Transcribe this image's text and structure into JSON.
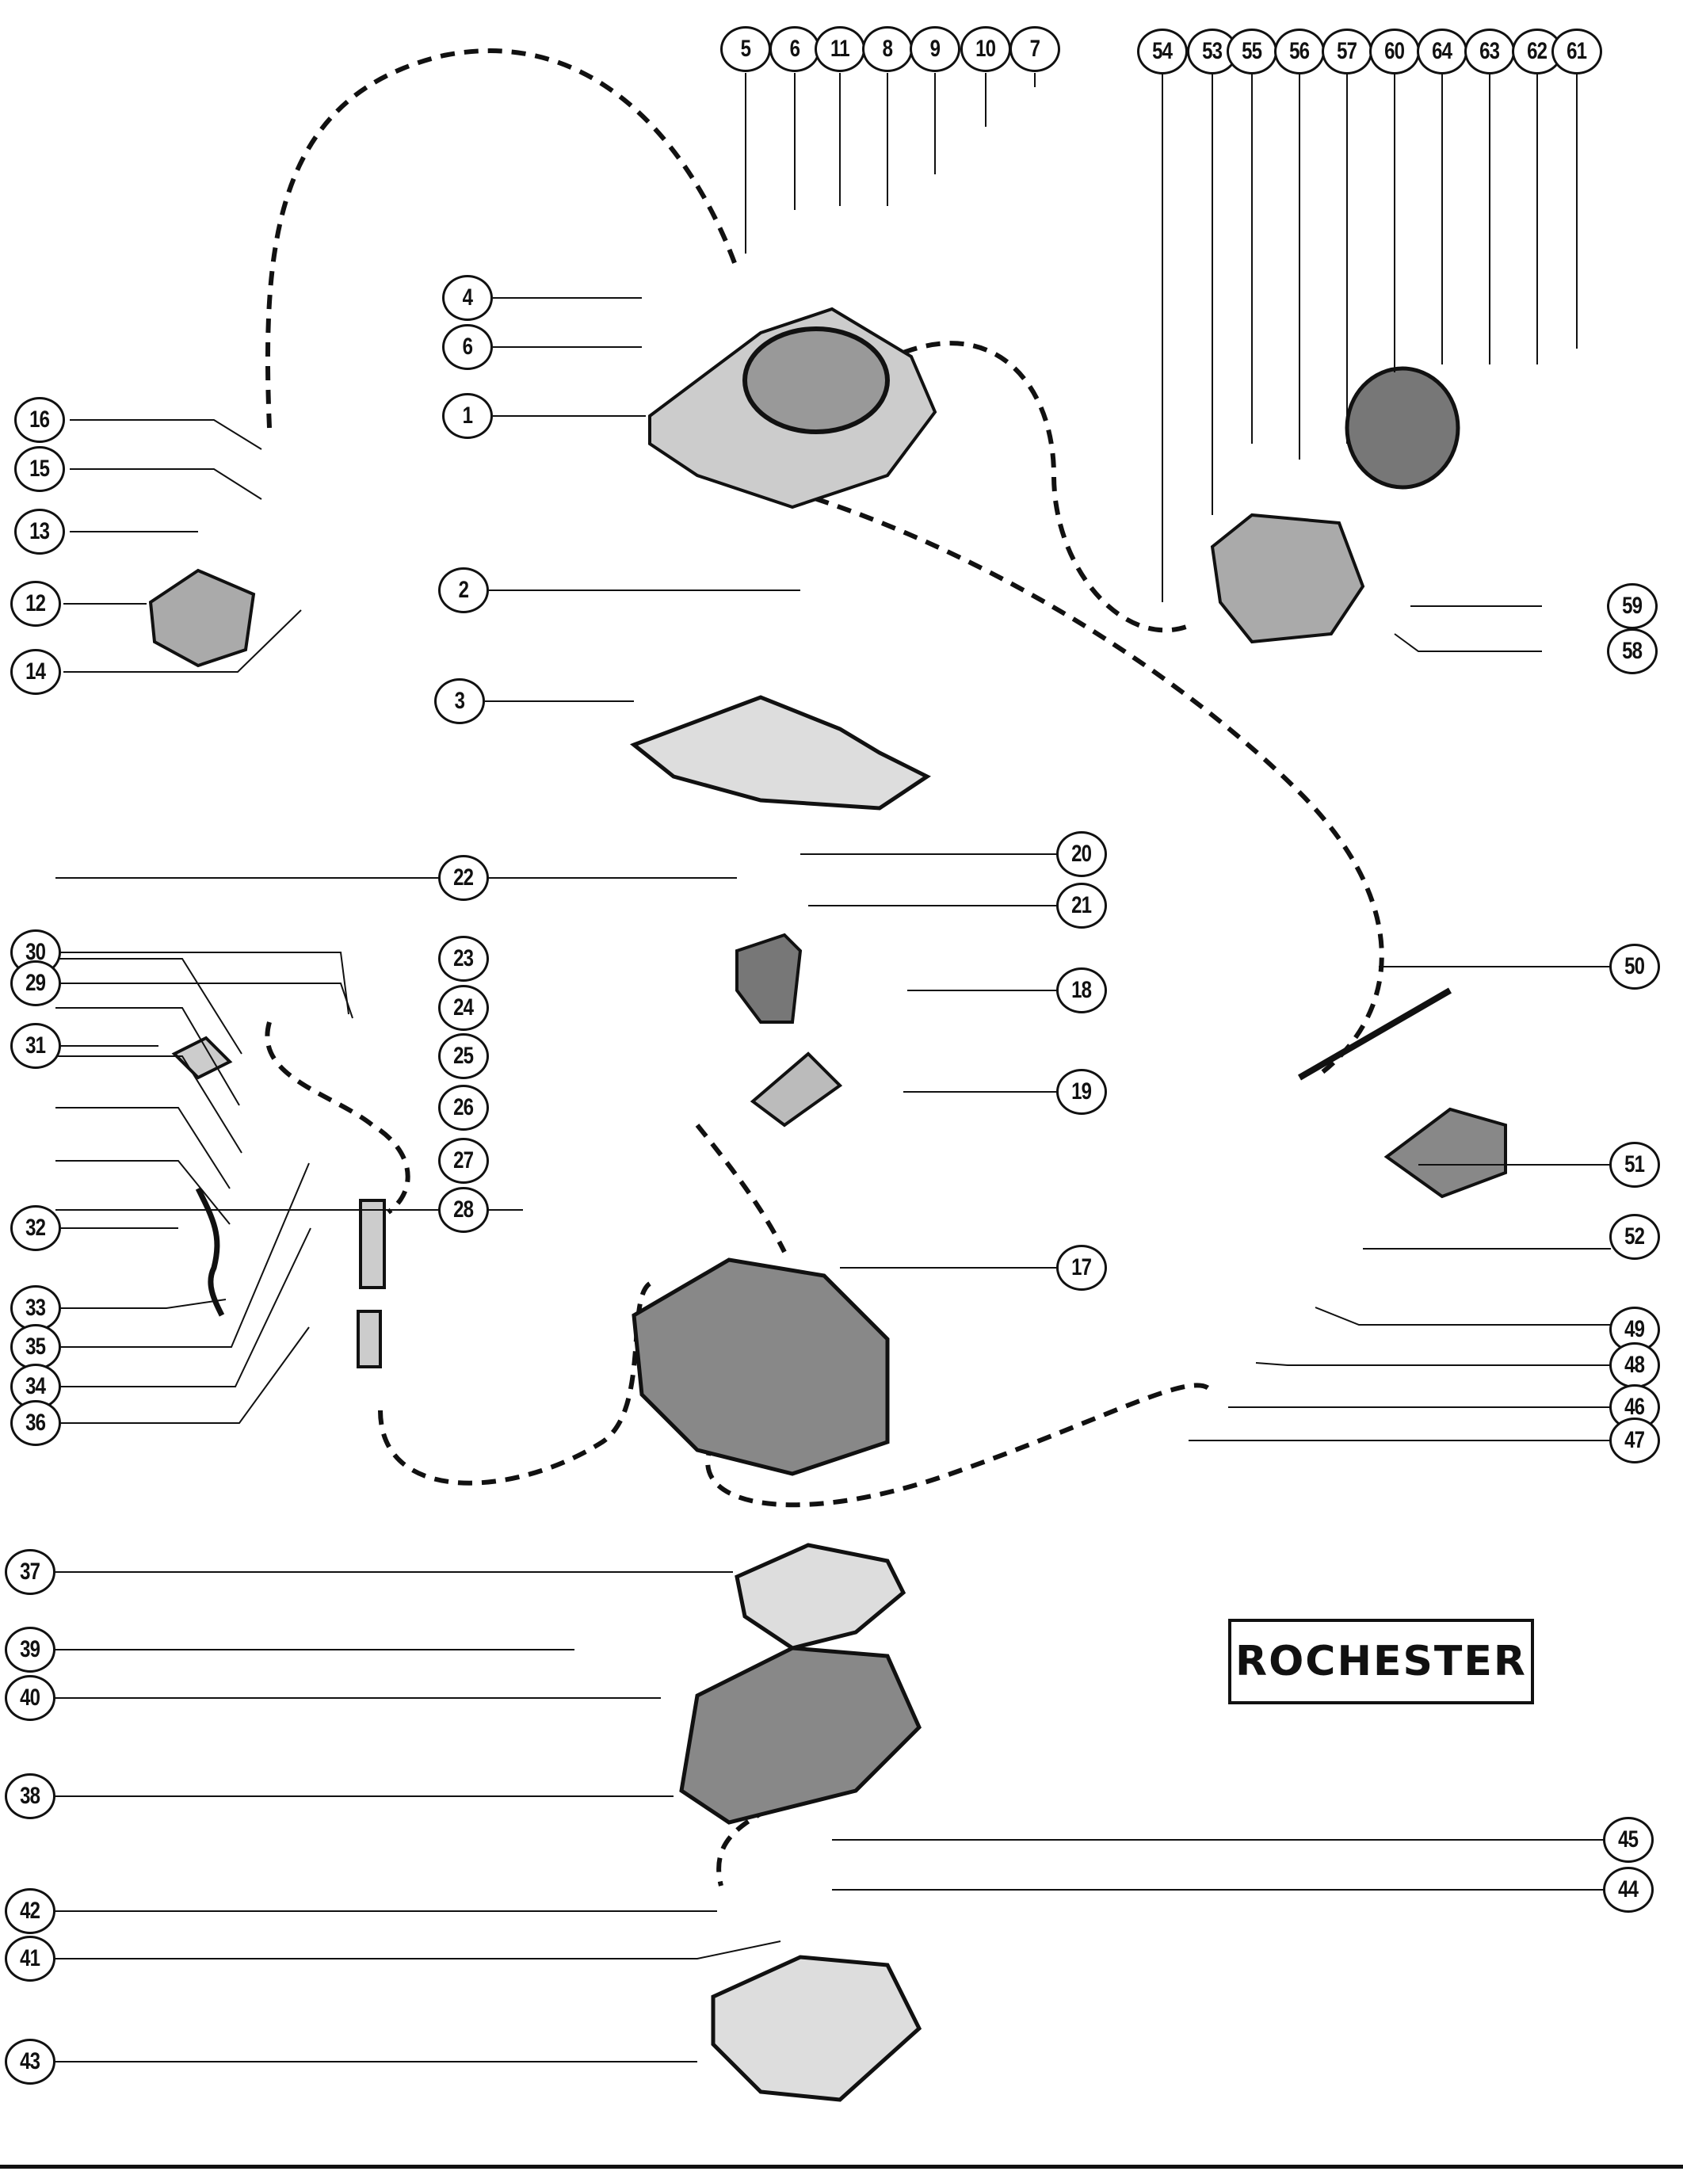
{
  "title": "ROCHESTER",
  "diagram_type": "exploded parts view — carburetor",
  "callouts": [
    {
      "id": "5",
      "label": "5"
    },
    {
      "id": "6a",
      "label": "6"
    },
    {
      "id": "11",
      "label": "11"
    },
    {
      "id": "8",
      "label": "8"
    },
    {
      "id": "9",
      "label": "9"
    },
    {
      "id": "10",
      "label": "10"
    },
    {
      "id": "7",
      "label": "7"
    },
    {
      "id": "54",
      "label": "54"
    },
    {
      "id": "53",
      "label": "53"
    },
    {
      "id": "55",
      "label": "55"
    },
    {
      "id": "56",
      "label": "56"
    },
    {
      "id": "57",
      "label": "57"
    },
    {
      "id": "60",
      "label": "60"
    },
    {
      "id": "64",
      "label": "64"
    },
    {
      "id": "63",
      "label": "63"
    },
    {
      "id": "62",
      "label": "62"
    },
    {
      "id": "61",
      "label": "61"
    },
    {
      "id": "4",
      "label": "4"
    },
    {
      "id": "6b",
      "label": "6"
    },
    {
      "id": "1",
      "label": "1"
    },
    {
      "id": "2",
      "label": "2"
    },
    {
      "id": "3",
      "label": "3"
    },
    {
      "id": "16",
      "label": "16"
    },
    {
      "id": "15",
      "label": "15"
    },
    {
      "id": "13",
      "label": "13"
    },
    {
      "id": "12",
      "label": "12"
    },
    {
      "id": "14",
      "label": "14"
    },
    {
      "id": "59",
      "label": "59"
    },
    {
      "id": "58",
      "label": "58"
    },
    {
      "id": "22",
      "label": "22"
    },
    {
      "id": "20",
      "label": "20"
    },
    {
      "id": "21",
      "label": "21"
    },
    {
      "id": "23",
      "label": "23"
    },
    {
      "id": "24",
      "label": "24"
    },
    {
      "id": "25",
      "label": "25"
    },
    {
      "id": "26",
      "label": "26"
    },
    {
      "id": "27",
      "label": "27"
    },
    {
      "id": "28",
      "label": "28"
    },
    {
      "id": "18",
      "label": "18"
    },
    {
      "id": "19",
      "label": "19"
    },
    {
      "id": "17",
      "label": "17"
    },
    {
      "id": "30",
      "label": "30"
    },
    {
      "id": "29",
      "label": "29"
    },
    {
      "id": "31",
      "label": "31"
    },
    {
      "id": "32",
      "label": "32"
    },
    {
      "id": "33",
      "label": "33"
    },
    {
      "id": "35",
      "label": "35"
    },
    {
      "id": "34",
      "label": "34"
    },
    {
      "id": "36",
      "label": "36"
    },
    {
      "id": "50",
      "label": "50"
    },
    {
      "id": "51",
      "label": "51"
    },
    {
      "id": "52",
      "label": "52"
    },
    {
      "id": "49",
      "label": "49"
    },
    {
      "id": "48",
      "label": "48"
    },
    {
      "id": "46",
      "label": "46"
    },
    {
      "id": "47",
      "label": "47"
    },
    {
      "id": "37",
      "label": "37"
    },
    {
      "id": "39",
      "label": "39"
    },
    {
      "id": "40",
      "label": "40"
    },
    {
      "id": "38",
      "label": "38"
    },
    {
      "id": "42",
      "label": "42"
    },
    {
      "id": "41",
      "label": "41"
    },
    {
      "id": "43",
      "label": "43"
    },
    {
      "id": "45",
      "label": "45"
    },
    {
      "id": "44",
      "label": "44"
    }
  ]
}
